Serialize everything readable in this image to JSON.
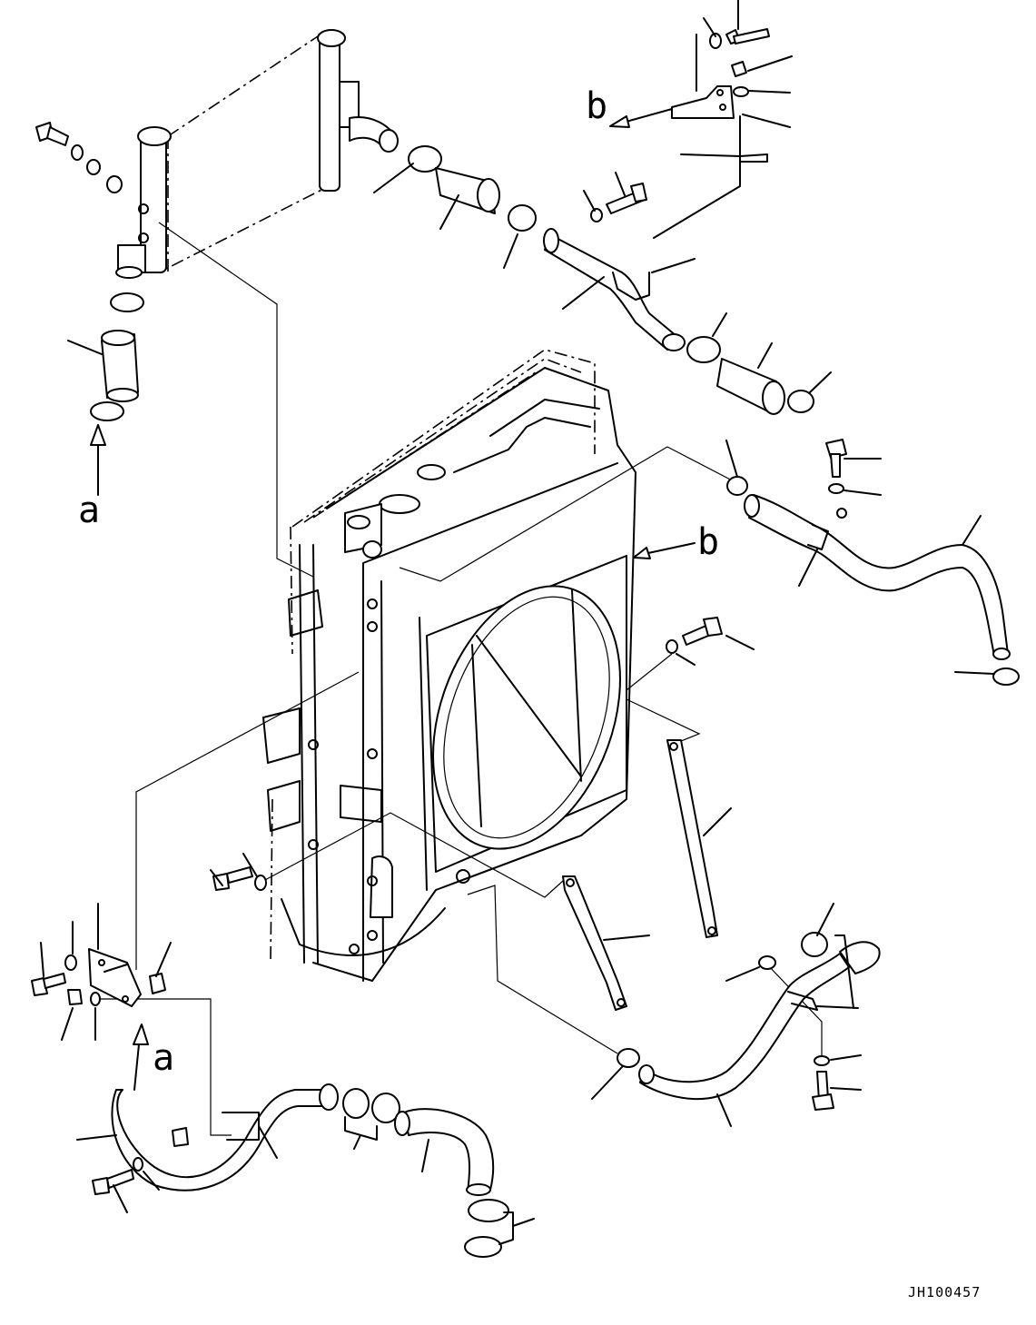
{
  "diagram": {
    "view_labels": {
      "a_top": "a",
      "a_bottom": "a",
      "b_top": "b",
      "b_middle": "b"
    },
    "drawing_number": "JH100457",
    "colors": {
      "line": "#000000",
      "background": "#ffffff"
    }
  }
}
